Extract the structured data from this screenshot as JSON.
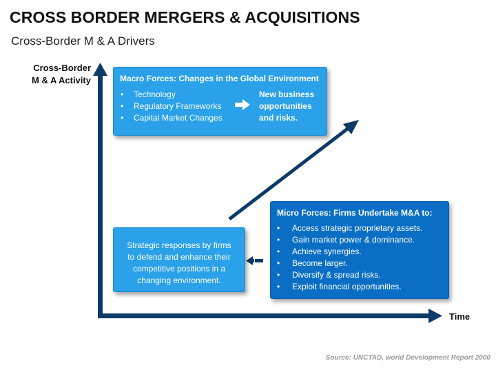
{
  "title": "CROSS BORDER MERGERS & ACQUISITIONS",
  "subtitle": "Cross-Border M & A Drivers",
  "axes": {
    "y_label_line1": "Cross-Border",
    "y_label_line2": "M & A Activity",
    "x_label": "Time"
  },
  "macro_box": {
    "header": "Macro Forces: Changes in the Global Environment",
    "items": [
      "Technology",
      "Regulatory Frameworks",
      "Capital Market Changes"
    ],
    "outcome_line1": "New business",
    "outcome_line2": "opportunities",
    "outcome_line3": "and risks."
  },
  "strategic_box": {
    "line1": "Strategic responses by firms",
    "line2": "to defend and enhance their",
    "line3": "competitive positions in a",
    "line4": "changing environment."
  },
  "micro_box": {
    "header": "Micro Forces: Firms Undertake M&A to:",
    "items": [
      "Access strategic proprietary assets.",
      "Gain market power & dominance.",
      "Achieve synergies.",
      "Become larger.",
      "Diversify & spread risks.",
      "Exploit financial opportunities."
    ]
  },
  "source": "Source: UNCTAD, world Development Report 2000",
  "colors": {
    "axis": "#0d3a66",
    "light_box": "#2aa1e8",
    "dark_box": "#0a6fc4",
    "trend_arrow": "#0d3a66"
  },
  "icons": {
    "macro_arrow": "right-arrow-icon",
    "micro_to_strategic_arrow": "left-arrow-icon",
    "trend_arrow": "diagonal-up-arrow-icon"
  }
}
